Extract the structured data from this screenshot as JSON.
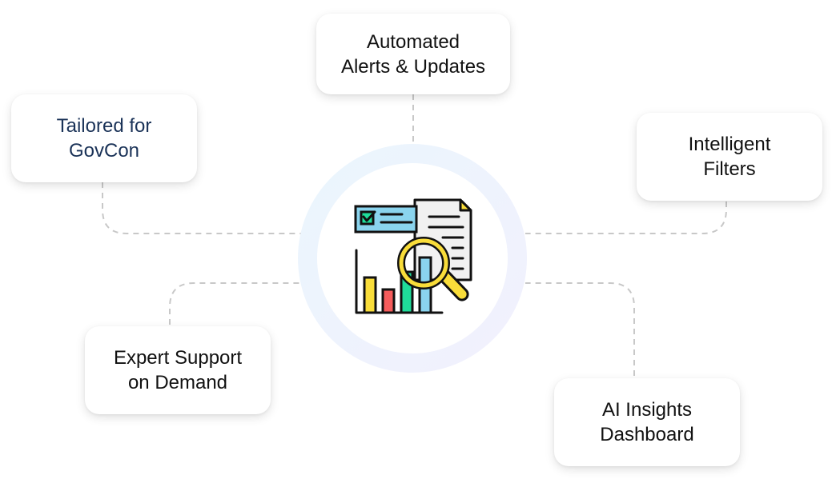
{
  "diagram": {
    "center": {
      "icon": "analytics-report-magnifier-icon"
    },
    "nodes": [
      {
        "id": "automated-alerts",
        "lines": [
          "Automated",
          "Alerts & Updates"
        ]
      },
      {
        "id": "tailored-govcon",
        "lines": [
          "Tailored for",
          "GovCon"
        ]
      },
      {
        "id": "intelligent-filters",
        "lines": [
          "Intelligent",
          "Filters"
        ]
      },
      {
        "id": "expert-support",
        "lines": [
          "Expert Support",
          "on Demand"
        ]
      },
      {
        "id": "ai-insights",
        "lines": [
          "AI Insights",
          "Dashboard"
        ]
      }
    ],
    "colors": {
      "connector": "#c8c8c8",
      "highlight_text": "#1b3358",
      "text": "#111111",
      "bar_yellow": "#f9dd3a",
      "bar_red": "#f65c5c",
      "bar_green": "#1fdc9a",
      "bar_blue": "#8ad4ee"
    }
  }
}
